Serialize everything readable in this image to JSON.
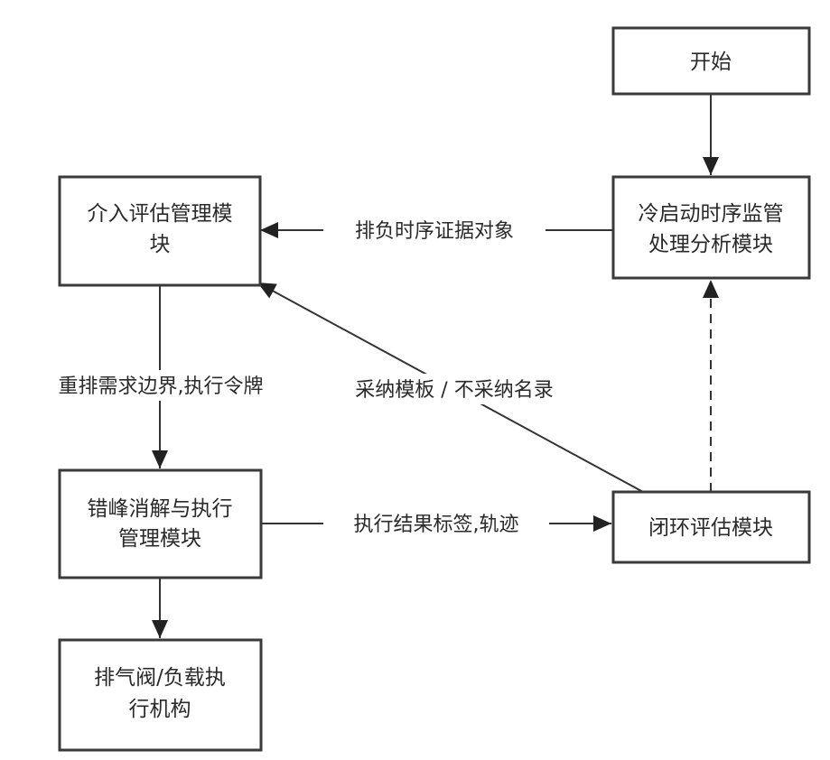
{
  "diagram": {
    "nodes": {
      "start": {
        "lines": [
          "开始"
        ]
      },
      "cold_start": {
        "lines": [
          "冷启动时序监管",
          "处理分析模块"
        ]
      },
      "intervention": {
        "lines": [
          "介入评估管理模",
          "块"
        ]
      },
      "peak_shift": {
        "lines": [
          "错峰消解与执行",
          "管理模块"
        ]
      },
      "closed_loop": {
        "lines": [
          "闭环评估模块"
        ]
      },
      "actuator": {
        "lines": [
          "排气阀/负载执",
          "行机构"
        ]
      }
    },
    "edges": {
      "load_evidence": {
        "label": "排负时序证据对象"
      },
      "rearrange_token": {
        "label": "重排需求边界,执行令牌"
      },
      "result_trace": {
        "label": "执行结果标签,轨迹"
      },
      "adopt_template": {
        "label": "采纳模板 / 不采纳名录"
      }
    },
    "colors": {
      "stroke": "#333333",
      "text": "#2a2a2a",
      "background": "#ffffff"
    }
  }
}
